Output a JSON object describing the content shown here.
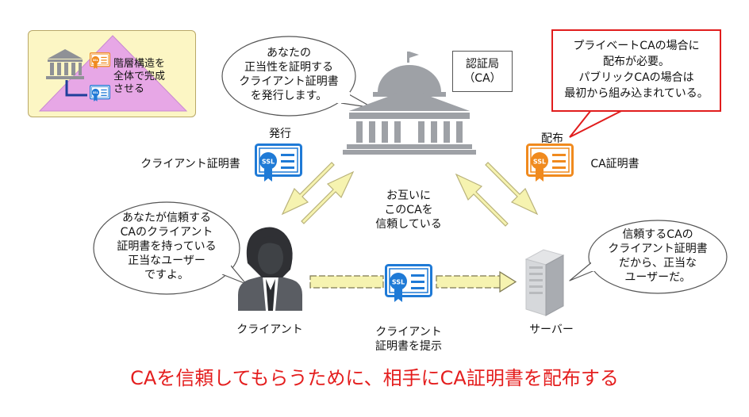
{
  "legend": {
    "text": "階層構造を\n全体で完成\nさせる"
  },
  "ca": {
    "label": "認証局\n（CA）"
  },
  "bubbles": {
    "ca_speech": "あなたの\n正当性を証明する\nクライアント証明書\nを発行します。",
    "client_speech": "あなたが信頼する\nCAのクライアント\n証明書を持っている\n正当なユーザー\nですよ。",
    "server_speech": "信頼するCAの\nクライアント証明書\nだから、正当な\nユーザーだ。",
    "red_note": "プライベートCAの場合に\n配布が必要。\nパブリックCAの場合は\n最初から組み込まれている。"
  },
  "labels": {
    "issue": "発行",
    "client_cert": "クライアント証明書",
    "distribute": "配布",
    "ca_cert": "CA証明書",
    "mutual_trust": "お互いに\nこのCAを\n信頼している",
    "client": "クライアント",
    "present": "クライアント\n証明書を提示",
    "server": "サーバー"
  },
  "cert_badge_text": "SSL",
  "icons": [
    "bank-building-icon",
    "certificate-icon",
    "user-avatar-icon",
    "server-icon"
  ],
  "colors": {
    "blue_cert": "#1f7ad6",
    "orange_cert": "#f08a1e",
    "arrow_fill": "#f6f3b0",
    "arrow_stroke": "#b9b27a",
    "red": "#e11d1d",
    "triangle": "#e7a7e6"
  },
  "footer": {
    "message": "CAを信頼してもらうために、相手にCA証明書を配布する"
  }
}
